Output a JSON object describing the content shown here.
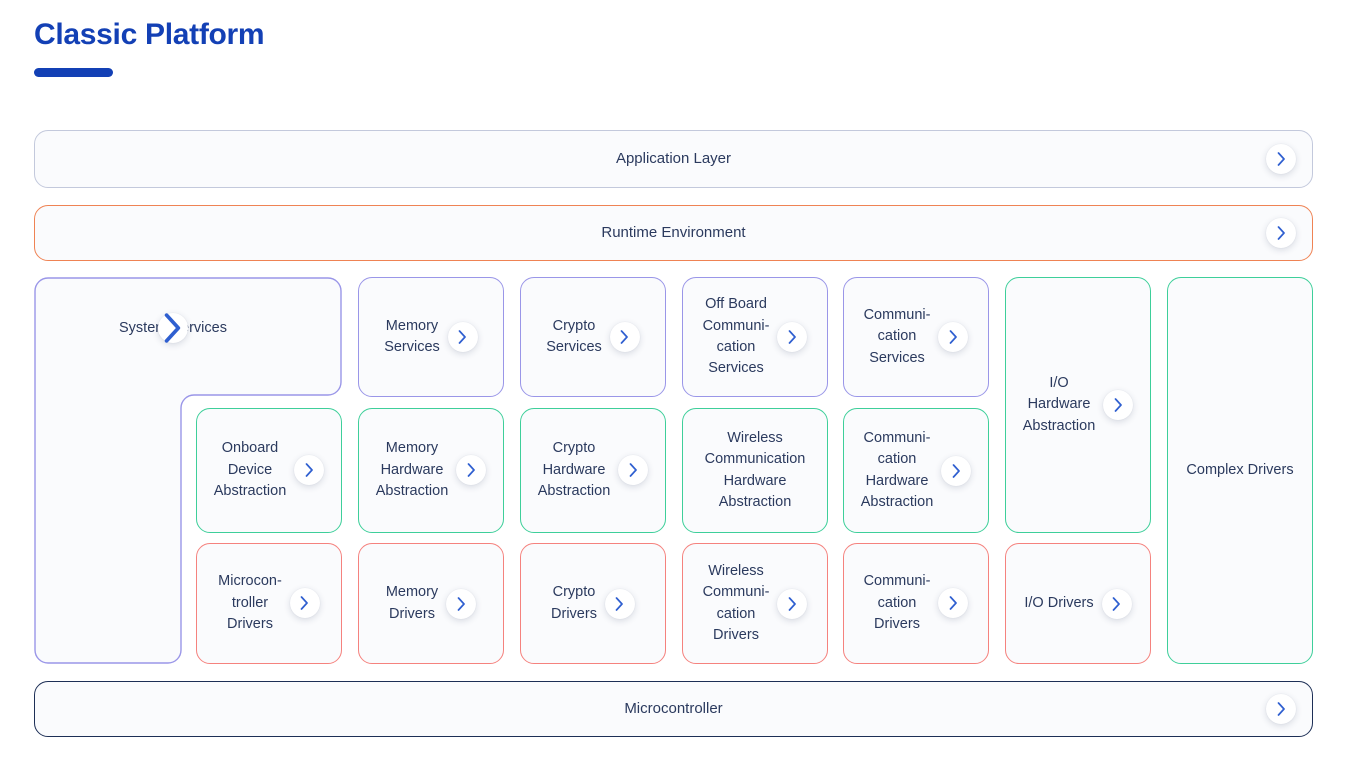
{
  "header": {
    "title": "Classic Platform"
  },
  "icons": {
    "chevron": "chevron-right-icon"
  },
  "colors": {
    "title_blue": "#1340b5",
    "text_navy": "#2b3a5e",
    "chevron_blue": "#2f5fd0",
    "card_fill": "#fafbfd",
    "border_blue_gray": "#c3c9dc",
    "border_orange": "#ef8354",
    "border_purple": "#9a96e8",
    "border_green": "#3ecf9a",
    "border_red": "#f5827e",
    "border_navy": "#1d2f56"
  },
  "diagram": {
    "type": "layered-architecture",
    "top_bars": [
      {
        "id": "application-layer",
        "label": "Application Layer",
        "border": "blue-gray",
        "chevron": true
      },
      {
        "id": "runtime-environment",
        "label": "Runtime Environment",
        "border": "orange",
        "chevron": true
      }
    ],
    "bottom_bars": [
      {
        "id": "microcontroller",
        "label": "Microcontroller",
        "border": "navy",
        "chevron": true
      }
    ],
    "l_shape": {
      "id": "system-services",
      "label": "System Services",
      "border": "purple",
      "chevron": true
    },
    "cells": [
      {
        "id": "memory-services",
        "label": "Memory\nServices",
        "border": "purple",
        "chevron": true,
        "row": 1,
        "col": 2
      },
      {
        "id": "crypto-services",
        "label": "Crypto\nServices",
        "border": "purple",
        "chevron": true,
        "row": 1,
        "col": 3
      },
      {
        "id": "off-board-communication-services",
        "label": "Off Board\nCommuni-\ncation\nServices",
        "border": "purple",
        "chevron": true,
        "row": 1,
        "col": 4
      },
      {
        "id": "communication-services",
        "label": "Communi-\ncation\nServices",
        "border": "purple",
        "chevron": true,
        "row": 1,
        "col": 5
      },
      {
        "id": "onboard-device-abstraction",
        "label": "Onboard\nDevice\nAbstraction",
        "border": "green",
        "chevron": true,
        "row": 2,
        "col": 1
      },
      {
        "id": "memory-hardware-abstraction",
        "label": "Memory\nHardware\nAbstraction",
        "border": "green",
        "chevron": true,
        "row": 2,
        "col": 2
      },
      {
        "id": "crypto-hardware-abstraction",
        "label": "Crypto\nHardware\nAbstraction",
        "border": "green",
        "chevron": true,
        "row": 2,
        "col": 3
      },
      {
        "id": "wireless-communication-hardware-abstraction",
        "label": "Wireless\nCommunication\nHardware\nAbstraction",
        "border": "green",
        "chevron": false,
        "row": 2,
        "col": 4
      },
      {
        "id": "communication-hardware-abstraction",
        "label": "Communi-\ncation\nHardware\nAbstraction",
        "border": "green",
        "chevron": true,
        "row": 2,
        "col": 5
      },
      {
        "id": "microcontroller-drivers",
        "label": "Microcon-\ntroller\nDrivers",
        "border": "red",
        "chevron": true,
        "row": 3,
        "col": 1
      },
      {
        "id": "memory-drivers",
        "label": "Memory\nDrivers",
        "border": "red",
        "chevron": true,
        "row": 3,
        "col": 2
      },
      {
        "id": "crypto-drivers",
        "label": "Crypto\nDrivers",
        "border": "red",
        "chevron": true,
        "row": 3,
        "col": 3
      },
      {
        "id": "wireless-communication-drivers",
        "label": "Wireless\nCommuni-\ncation\nDrivers",
        "border": "red",
        "chevron": true,
        "row": 3,
        "col": 4
      },
      {
        "id": "communication-drivers",
        "label": "Communi-\ncation\nDrivers",
        "border": "red",
        "chevron": true,
        "row": 3,
        "col": 5
      },
      {
        "id": "io-hardware-abstraction",
        "label": "I/O\nHardware\nAbstraction",
        "border": "green",
        "chevron": true,
        "rowspan": "1-2",
        "col": 6
      },
      {
        "id": "io-drivers",
        "label": "I/O Drivers",
        "border": "red",
        "chevron": true,
        "row": 3,
        "col": 6
      },
      {
        "id": "complex-drivers",
        "label": "Complex Drivers",
        "border": "green",
        "chevron": false,
        "rowspan": "1-3",
        "col": 7
      }
    ]
  }
}
